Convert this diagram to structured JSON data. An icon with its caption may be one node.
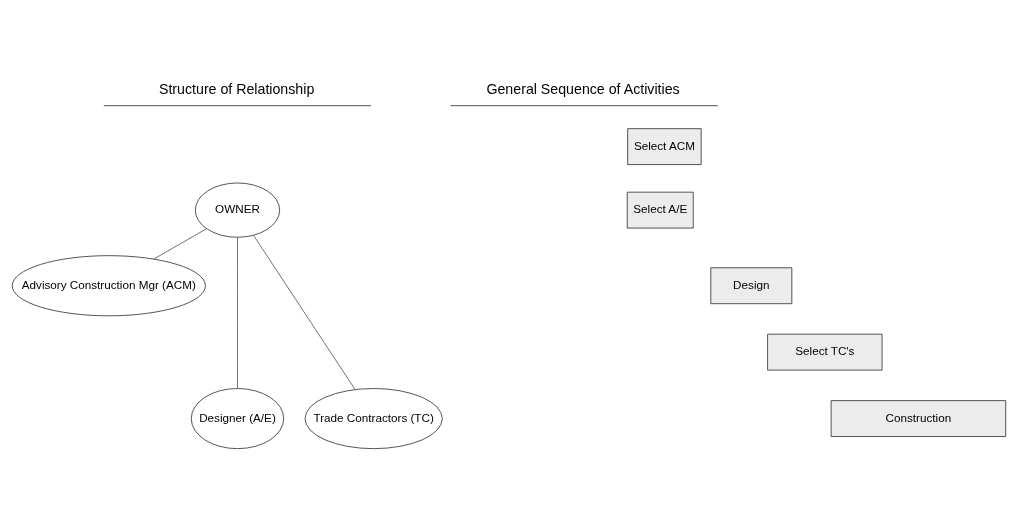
{
  "diagram": {
    "nodes": [
      {
        "text": [
          "OWNER"
        ]
      },
      {
        "text": [
          "Advisory Construction Mgr (ACM)"
        ]
      },
      {
        "text": [
          "Designer (A/E)"
        ]
      },
      {
        "text": [
          "Trade Contractors (TC)"
        ]
      },
      {
        "text": [
          "Select ACM"
        ]
      },
      {
        "text": [
          "Select A/E"
        ]
      },
      {
        "text": [
          "Design"
        ]
      },
      {
        "text": [
          "Select TC's"
        ]
      },
      {
        "text": [
          "Construction"
        ]
      }
    ],
    "edges": [
      {
        "from": 0,
        "to": 2,
        "arrow": "none"
      },
      {
        "from": 0,
        "to": 1,
        "arrow": "none"
      },
      {
        "from": 0,
        "to": 3,
        "arrow": "none"
      }
    ],
    "labels": [
      "Structure of Relationship",
      "General Sequence of Activities"
    ]
  }
}
